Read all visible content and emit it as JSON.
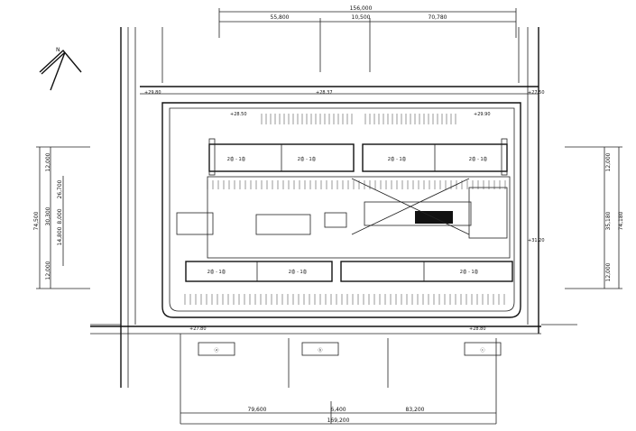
{
  "north_label": "N",
  "top_dims": {
    "total": "156,000",
    "left": "55,800",
    "mid": "10,500",
    "right": "70,780"
  },
  "bottom_dims": {
    "total": "169,200",
    "left": "79,600",
    "mid": "6,400",
    "right": "83,200"
  },
  "left_dims": {
    "total": "74,500",
    "a": "12,000",
    "b": "30,300",
    "c": "14,800",
    "d": "12,000",
    "e": "8,000",
    "f": "26,700"
  },
  "right_dims": {
    "total": "74,180",
    "a": "12,000",
    "b": "35,180",
    "c": "12,000"
  },
  "blocks": {
    "top_left": "2층 - 1층",
    "top_mid_left": "2층 - 1층",
    "top_mid_right": "2층 - 1층",
    "top_right": "2층 - 1층",
    "bottom_left": "2층 - 1층",
    "bottom_mid": "2층 - 1층",
    "bottom_right": "2층 - 1층"
  },
  "bottom_labels": [
    "ⓐ",
    "ⓑ",
    "ⓒ"
  ],
  "levels": [
    "+29.80",
    "+28.37",
    "+27.50",
    "+28.50",
    "+29.90",
    "+31.20",
    "+27.80",
    "+28.80"
  ]
}
